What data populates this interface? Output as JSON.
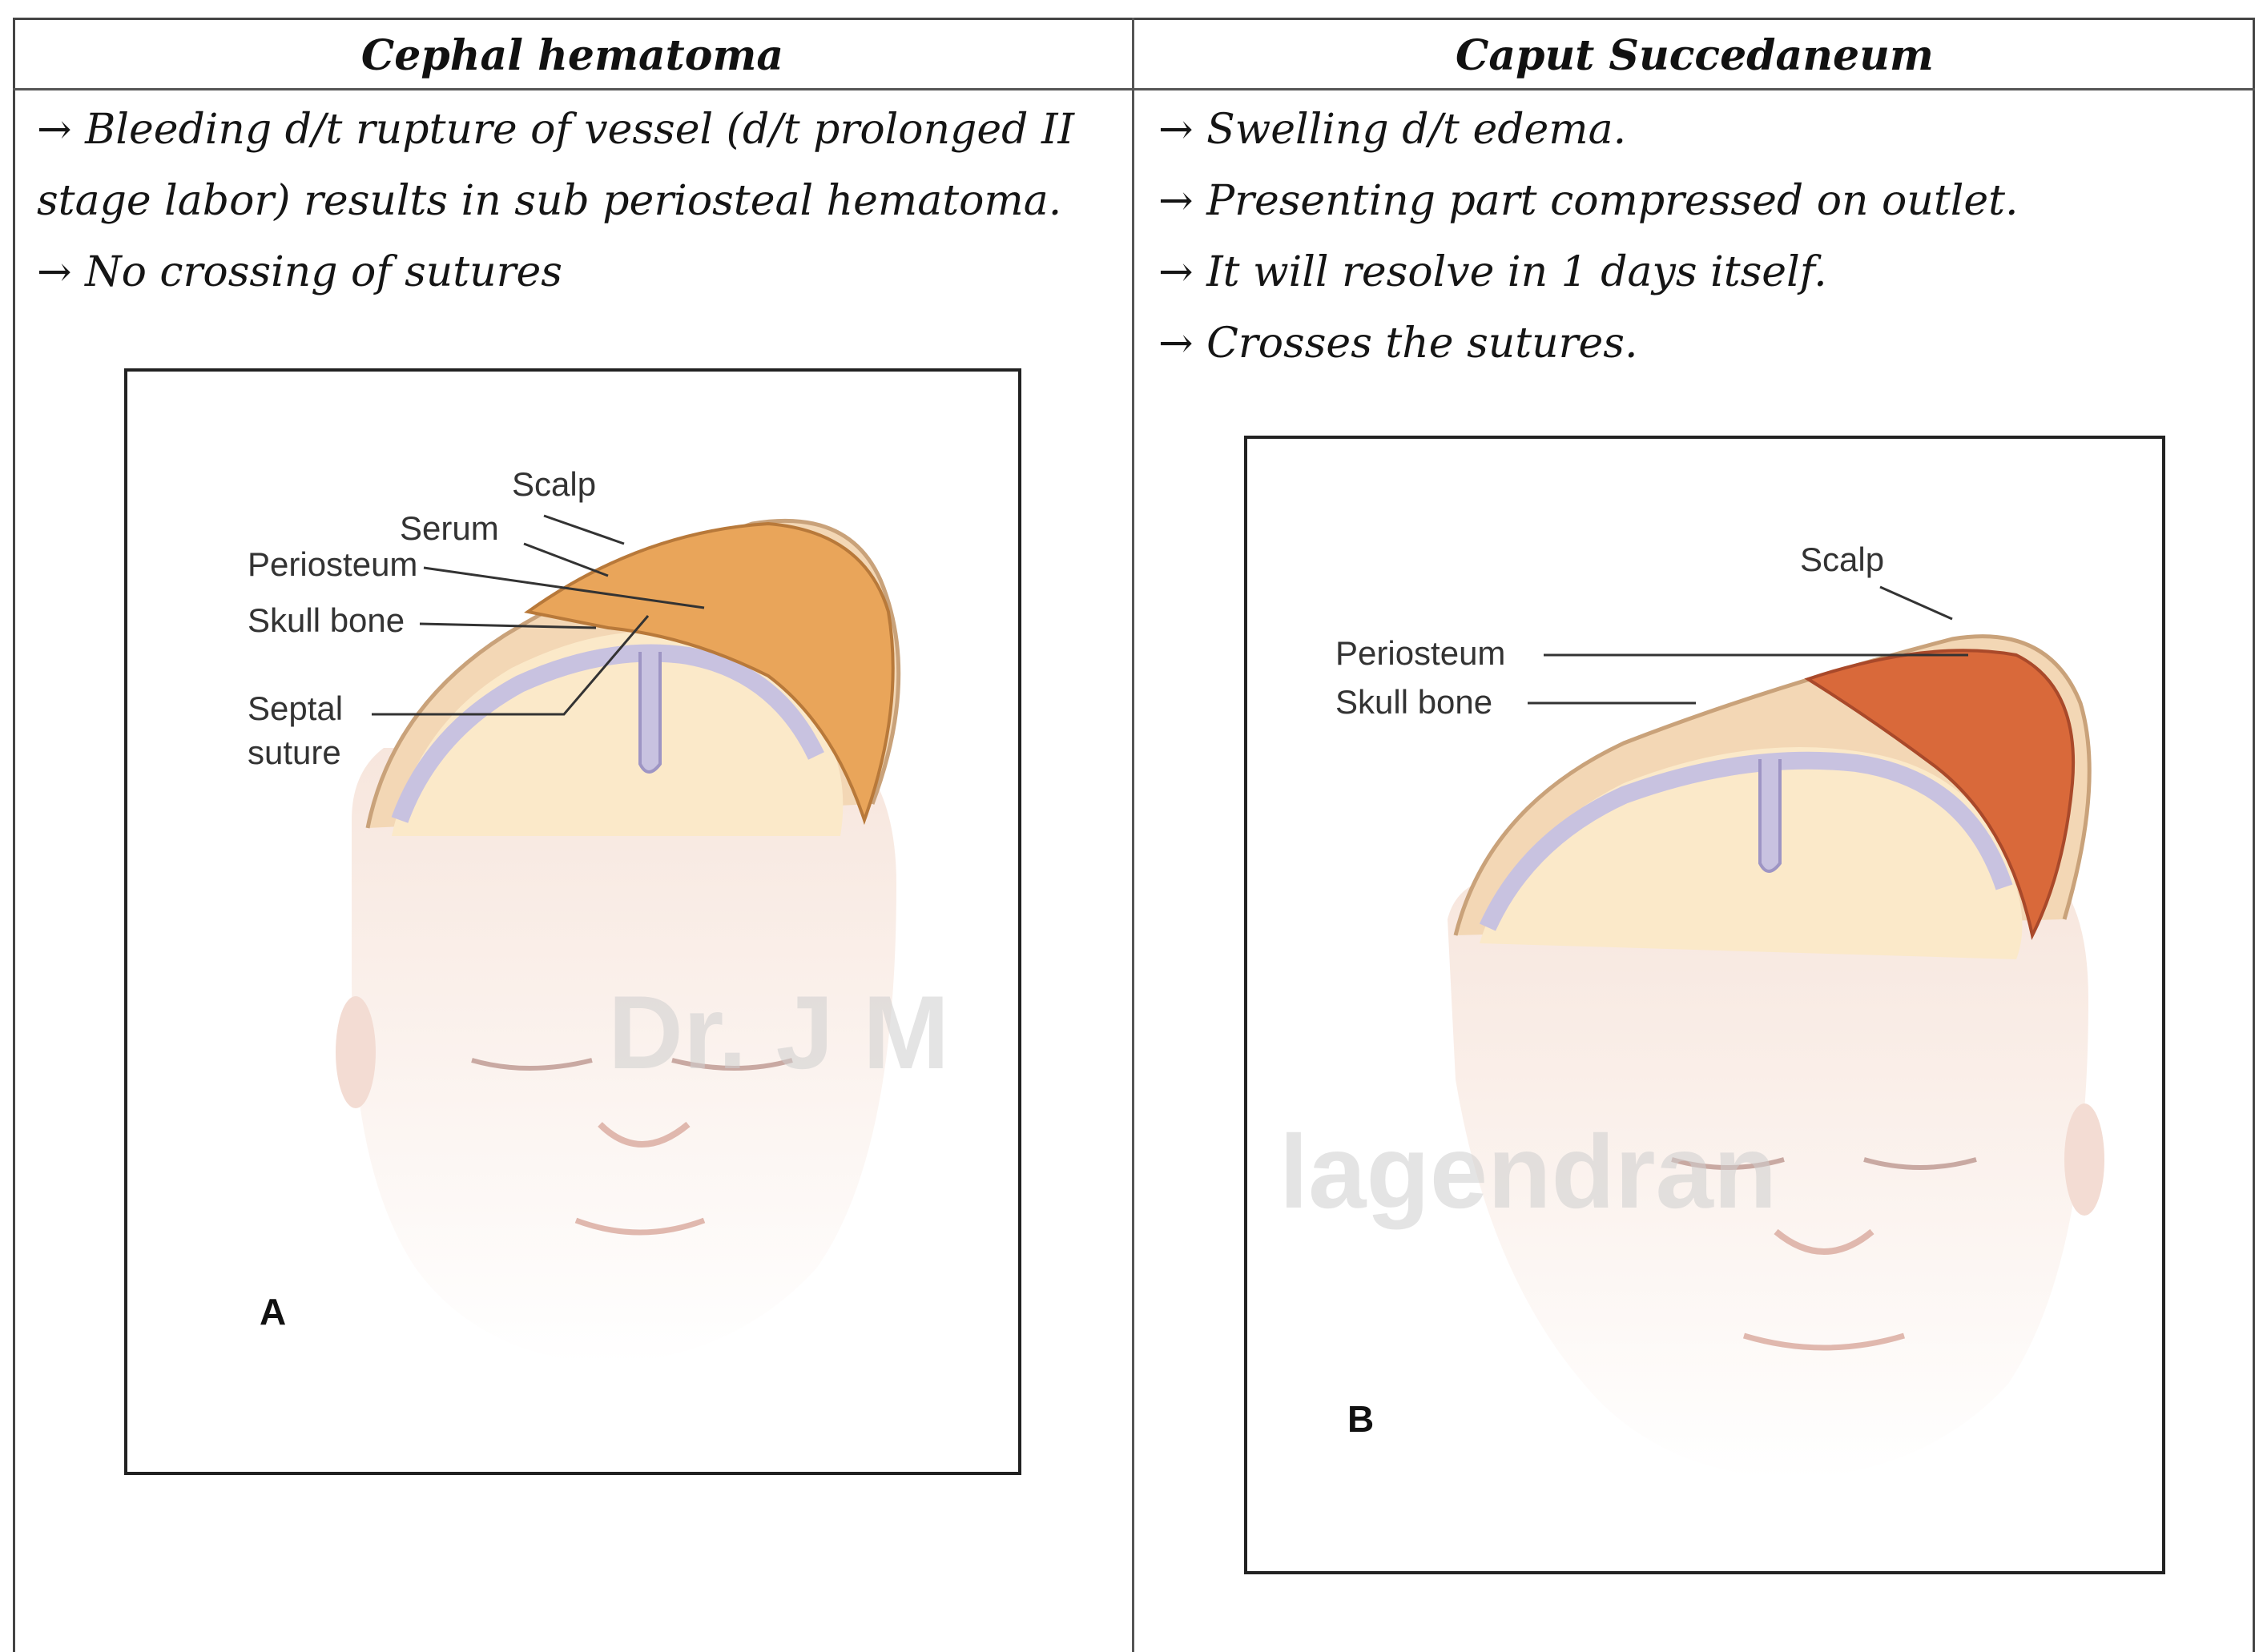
{
  "table": {
    "left_header": "Cephal hematoma",
    "right_header": "Caput Succedaneum"
  },
  "left_notes": [
    "→ Bleeding d/t rupture of vessel (d/t prolonged II",
    "stage labor) results in sub periosteal hematoma.",
    "→ No crossing of sutures"
  ],
  "right_notes": [
    "→ Swelling d/t edema.",
    "→ Presenting part compressed on outlet.",
    "→ It will resolve in 1 days itself.",
    "→ Crosses the sutures."
  ],
  "figure_a": {
    "letter": "A",
    "labels": {
      "scalp": "Scalp",
      "serum": "Serum",
      "periosteum": "Periosteum",
      "skull_bone": "Skull bone",
      "septal": "Septal",
      "suture": "suture"
    },
    "watermark": "Dr. J M"
  },
  "figure_b": {
    "letter": "B",
    "labels": {
      "scalp": "Scalp",
      "periosteum": "Periosteum",
      "skull_bone": "Skull bone"
    },
    "watermark": "lagendran"
  },
  "colors": {
    "hematoma": "#e9a55a",
    "caput": "#d9693a",
    "skin": "#f6e3dc",
    "scalp": "#f3d7b5",
    "bone": "#c8c2e0"
  }
}
